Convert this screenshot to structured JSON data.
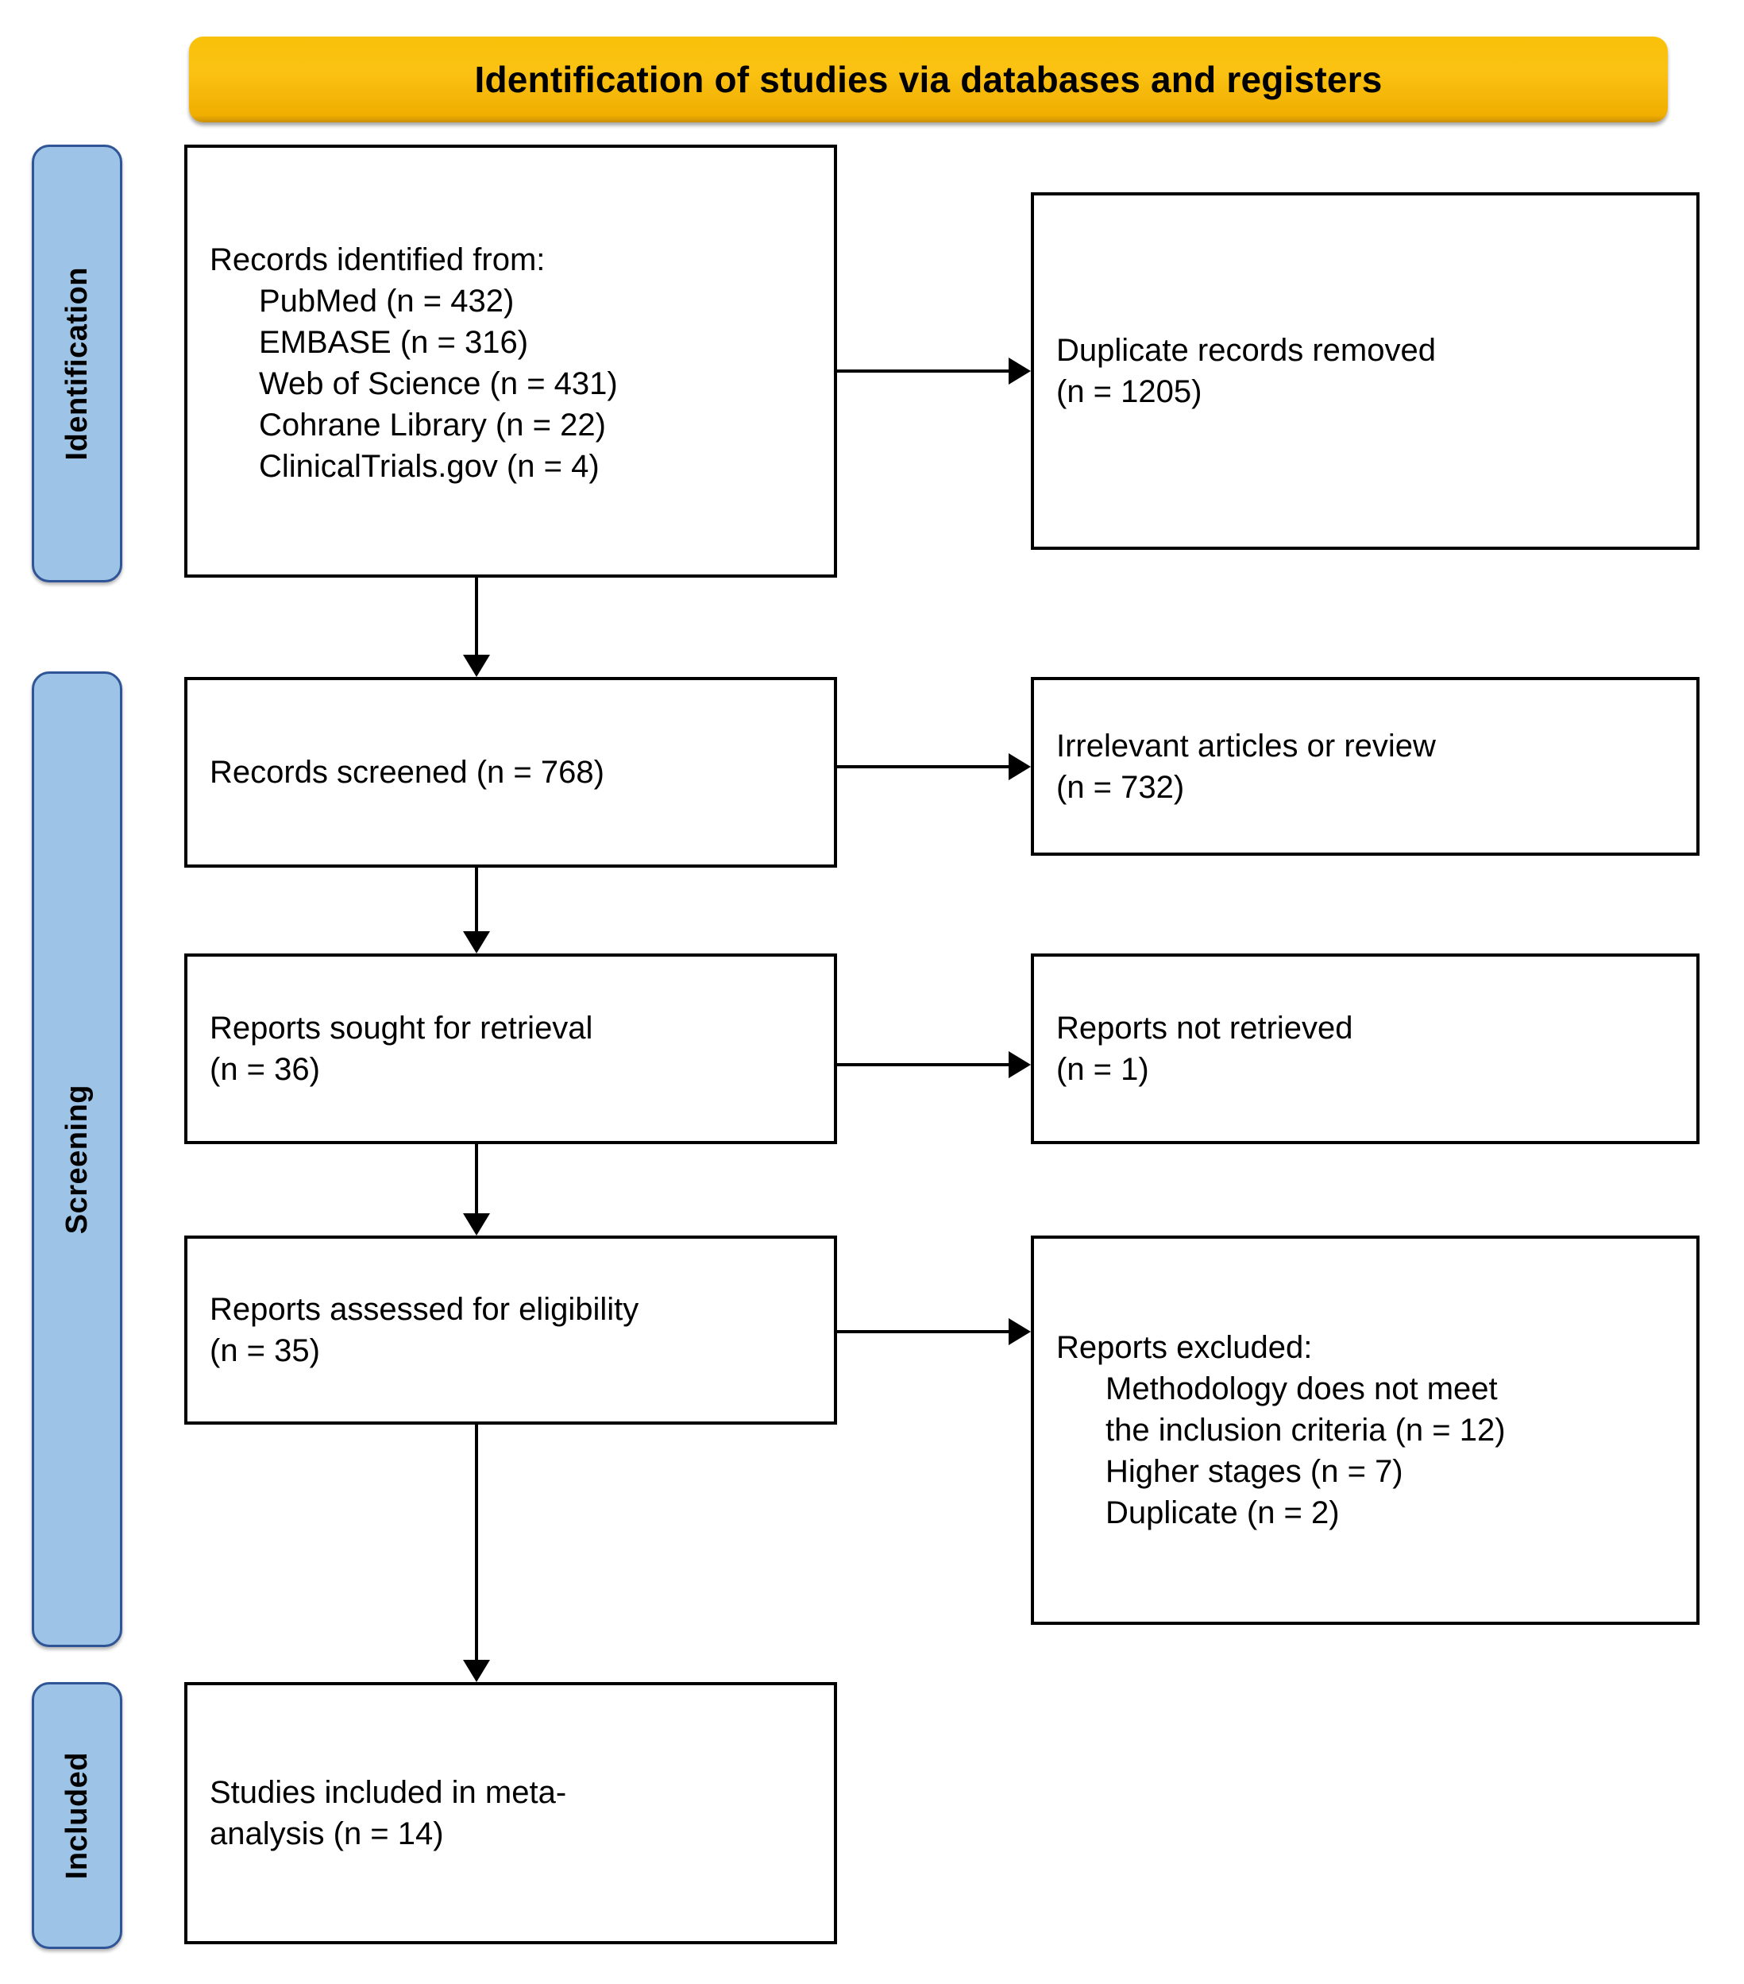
{
  "banner": {
    "title": "Identification of studies via databases and registers"
  },
  "stages": [
    {
      "key": "identification",
      "label": "Identification"
    },
    {
      "key": "screening",
      "label": "Screening"
    },
    {
      "key": "included",
      "label": "Included"
    }
  ],
  "boxes": {
    "identified": {
      "name": "records-identified-box",
      "lines": [
        "Records identified from:",
        "PubMed (n = 432)",
        "EMBASE (n = 316)",
        "Web of Science (n = 431)",
        "Cohrane Library (n = 22)",
        "ClinicalTrials.gov (n = 4)"
      ]
    },
    "duplicates": {
      "name": "duplicate-records-removed-box",
      "lines": [
        "Duplicate records removed",
        "(n = 1205)"
      ]
    },
    "screened": {
      "name": "records-screened-box",
      "lines": [
        "Records screened (n = 768)"
      ]
    },
    "irrelevant": {
      "name": "irrelevant-articles-box",
      "lines": [
        "Irrelevant articles or review",
        "(n = 732)"
      ]
    },
    "sought": {
      "name": "reports-sought-box",
      "lines": [
        "Reports sought for retrieval",
        "(n = 36)"
      ]
    },
    "notretrieved": {
      "name": "reports-not-retrieved-box",
      "lines": [
        "Reports not retrieved",
        "(n = 1)"
      ]
    },
    "assessed": {
      "name": "reports-assessed-box",
      "lines": [
        "Reports assessed for eligibility",
        "(n = 35)"
      ]
    },
    "excluded": {
      "name": "reports-excluded-box",
      "lines": [
        "Reports excluded:",
        "Methodology does not meet",
        "the inclusion criteria (n = 12)",
        "Higher stages (n = 7)",
        "Duplicate (n = 2)"
      ]
    },
    "included": {
      "name": "studies-included-box",
      "lines": [
        "Studies included in meta-",
        "analysis (n = 14)"
      ]
    }
  },
  "colors": {
    "banner": "#fbc213",
    "stage": "#9dc3e6",
    "stage_border": "#2f5597",
    "box_border": "#000000",
    "text": "#000000"
  },
  "counts": {
    "pubmed": 432,
    "embase": 316,
    "web_of_science": 431,
    "cohrane_library": 22,
    "clinicaltrials_gov": 4,
    "duplicates_removed": 1205,
    "records_screened": 768,
    "irrelevant_articles": 732,
    "reports_sought": 36,
    "reports_not_retrieved": 1,
    "reports_assessed": 35,
    "excluded_methodology": 12,
    "excluded_higher_stages": 7,
    "excluded_duplicate": 2,
    "studies_included": 14
  }
}
